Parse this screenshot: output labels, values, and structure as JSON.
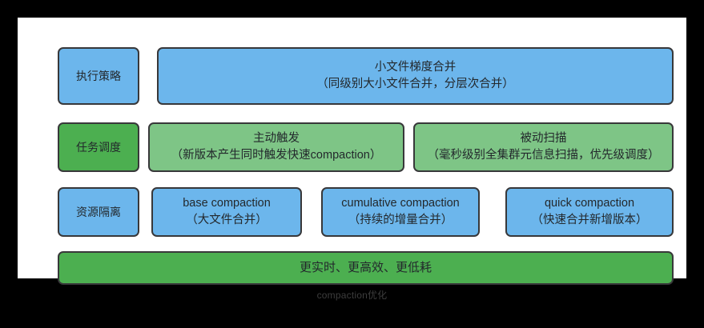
{
  "diagram": {
    "caption": "compaction优化",
    "colors": {
      "background": "#000000",
      "panel": "#ffffff",
      "blue": "#6cb6ec",
      "green_dark": "#4caf50",
      "green_light": "#7ec586",
      "border": "#38383a",
      "text": "#23282c",
      "caption_text": "#3d3d3d"
    },
    "rows": [
      {
        "label": "执行策略",
        "label_color": "blue",
        "items": [
          {
            "title": "小文件梯度合并",
            "subtitle": "（同级别大小文件合并，分层次合并）",
            "color": "blue"
          }
        ]
      },
      {
        "label": "任务调度",
        "label_color": "green_dark",
        "items": [
          {
            "title": "主动触发",
            "subtitle": "（新版本产生同时触发快速compaction）",
            "color": "green_light"
          },
          {
            "title": "被动扫描",
            "subtitle": "（毫秒级别全集群元信息扫描，优先级调度）",
            "color": "green_light"
          }
        ]
      },
      {
        "label": "资源隔离",
        "label_color": "blue",
        "items": [
          {
            "title": "base compaction",
            "subtitle": "（大文件合并）",
            "color": "blue"
          },
          {
            "title": "cumulative compaction",
            "subtitle": "（持续的增量合并）",
            "color": "blue"
          },
          {
            "title": "quick compaction",
            "subtitle": "（快速合并新增版本）",
            "color": "blue"
          }
        ]
      }
    ],
    "banner": {
      "text": "更实时、更高效、更低耗",
      "color": "green_dark"
    }
  }
}
